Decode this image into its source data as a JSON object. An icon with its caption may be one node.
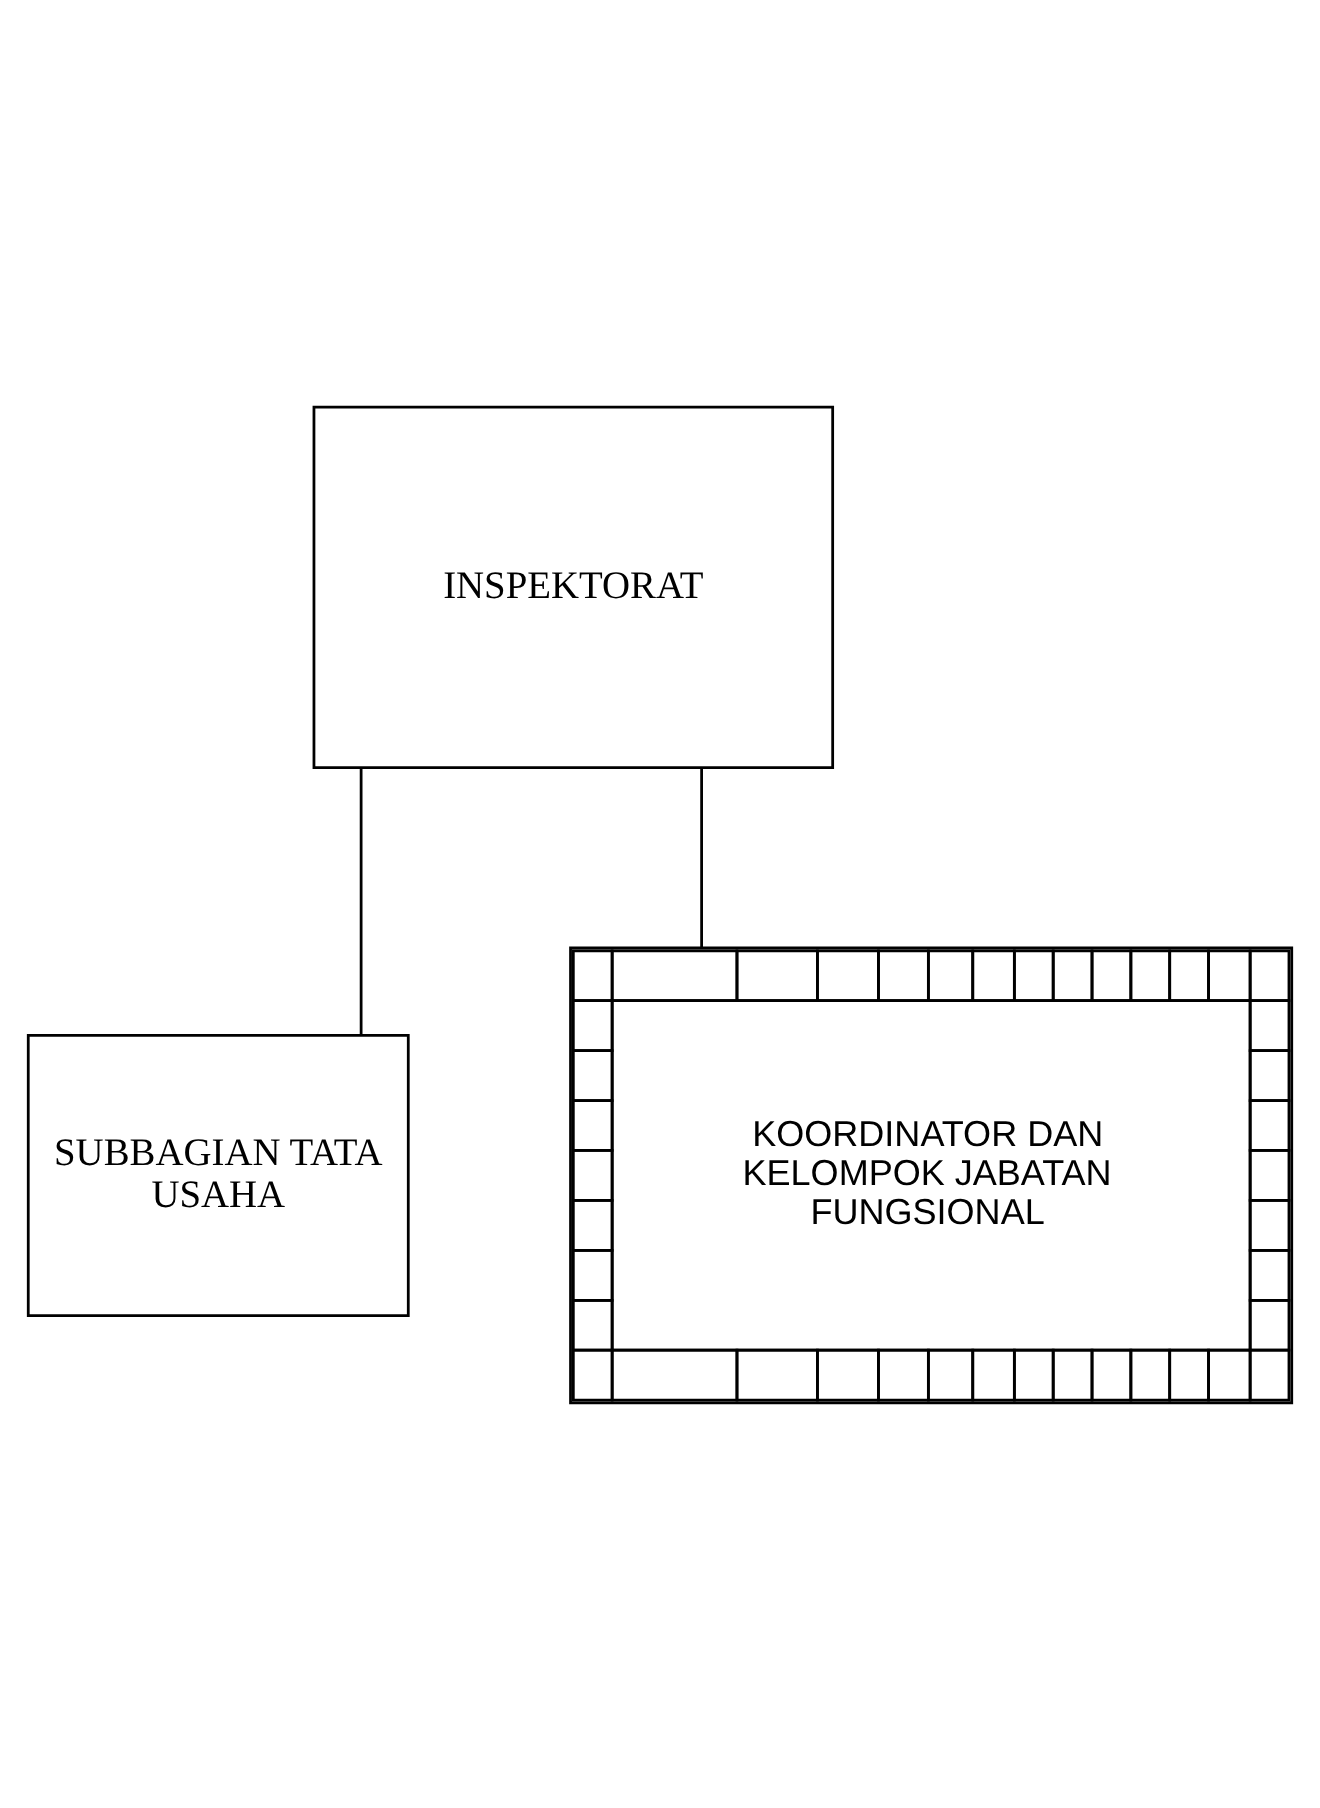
{
  "diagram": {
    "nodes": [
      {
        "text": [
          "INSPEKTORAT"
        ]
      },
      {
        "text": [
          "SUBBAGIAN TATA USAHA"
        ]
      },
      {
        "text": [
          "KOORDINATOR DAN KELOMPOK JABATAN FUNGSIONAL"
        ]
      }
    ],
    "edges": [
      {
        "from": 0,
        "to": 1,
        "arrow": "none"
      },
      {
        "from": 0,
        "to": 2,
        "arrow": "none"
      }
    ]
  }
}
